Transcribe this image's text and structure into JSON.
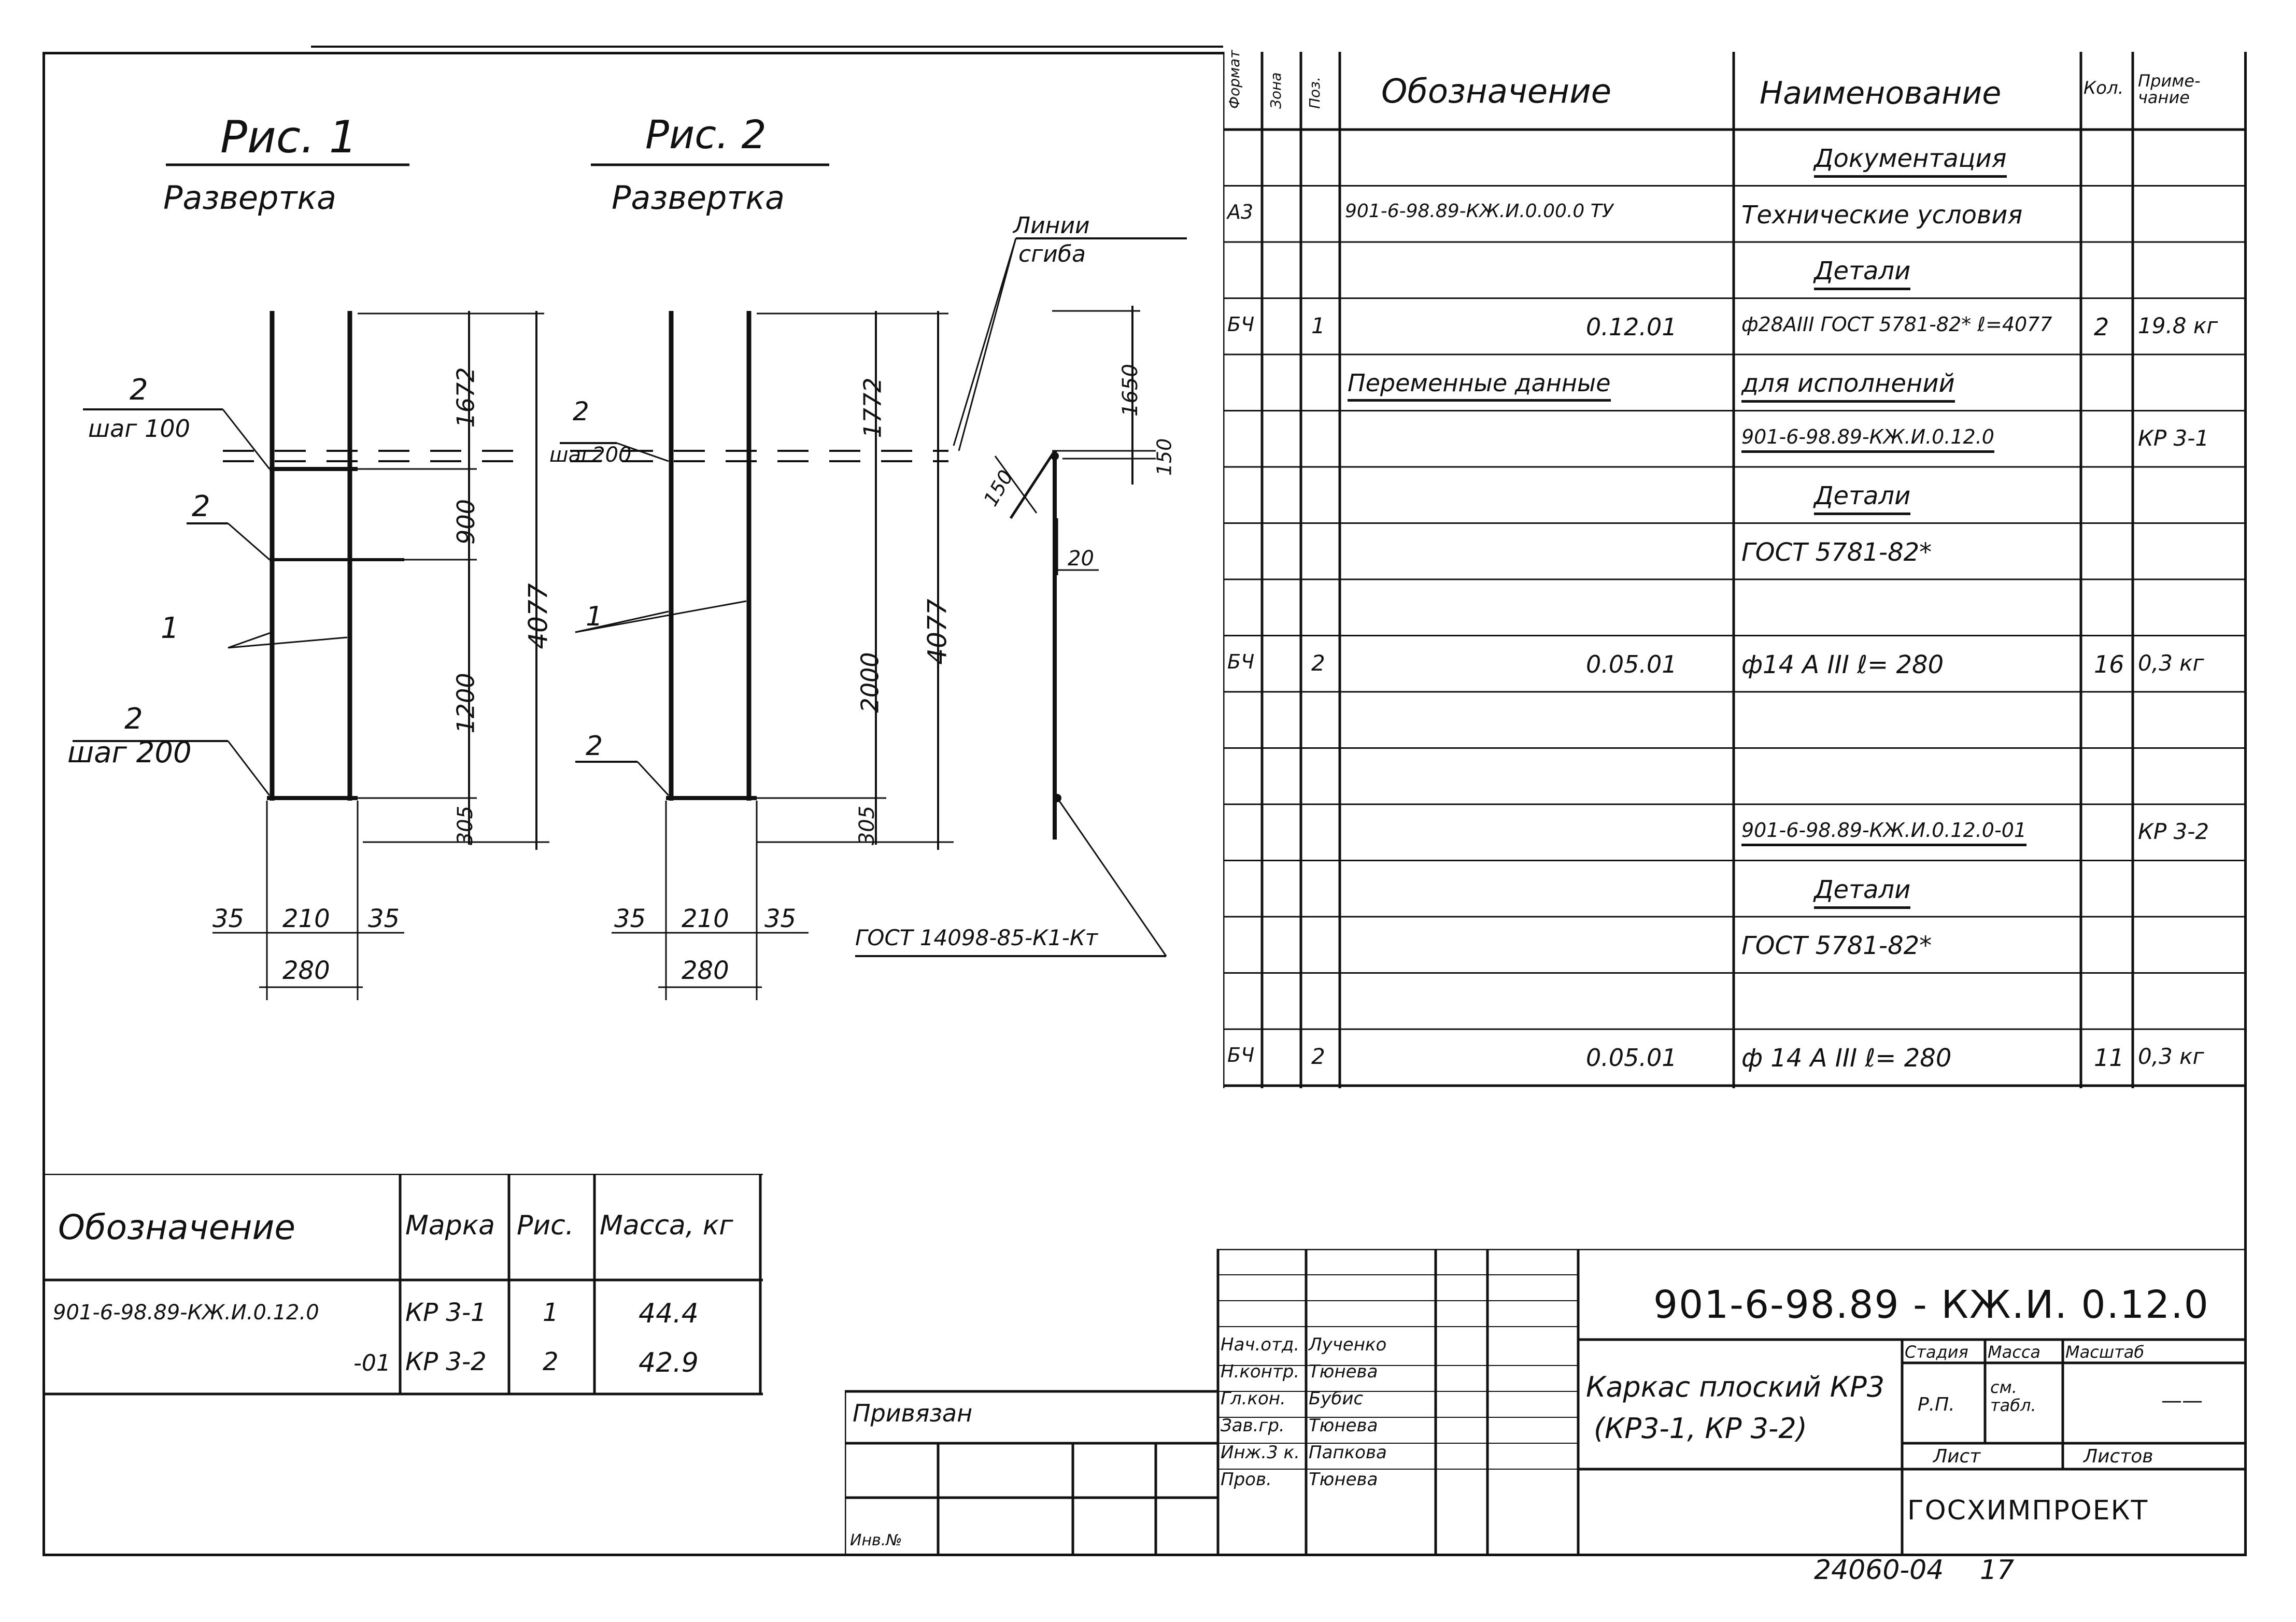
{
  "figures": {
    "fig1": {
      "title": "Рис. 1",
      "subtitle": "Развертка",
      "callouts": [
        {
          "num": "2",
          "label": "шаг 100"
        },
        {
          "num": "2",
          "label": ""
        },
        {
          "num": "1",
          "label": ""
        },
        {
          "num": "2",
          "label": "шаг 200"
        }
      ],
      "dims": [
        "1672",
        "900",
        "1200",
        "305",
        "4077"
      ],
      "bottom_dims": [
        "35",
        "210",
        "35",
        "280"
      ]
    },
    "fig2": {
      "title": "Рис. 2",
      "subtitle": "Развертка",
      "callouts": [
        {
          "num": "2",
          "label": "шаг200"
        },
        {
          "num": "1",
          "label": ""
        },
        {
          "num": "2",
          "label": ""
        }
      ],
      "dims": [
        "1772",
        "2000",
        "305",
        "4077"
      ],
      "bottom_dims": [
        "35",
        "210",
        "35",
        "280"
      ]
    },
    "bend": {
      "label_line1": "Линии",
      "label_line2": "сгиба",
      "dims": [
        "1650",
        "150",
        "150",
        "20"
      ],
      "gost": "ГОСТ 14098-85-К1-Кт"
    }
  },
  "spec": {
    "headers": {
      "format": "Формат",
      "zone": "Зона",
      "pos": "Поз.",
      "designation": "Обозначение",
      "name": "Наименование",
      "qty": "Кол.",
      "note": "Приме-чание"
    },
    "rows": [
      {
        "format": "",
        "pos": "",
        "designation": "",
        "name": "Документация",
        "qty": "",
        "note": "",
        "underline": true
      },
      {
        "format": "А3",
        "pos": "",
        "designation": "901-6-98.89-КЖ.И.0.00.0 ТУ",
        "name": "Технические условия",
        "qty": "",
        "note": ""
      },
      {
        "format": "",
        "pos": "",
        "designation": "",
        "name": "Детали",
        "qty": "",
        "note": "",
        "underline": true
      },
      {
        "format": "БЧ",
        "pos": "1",
        "designation": "0.12.01",
        "name": "ф28АIII ГОСТ 5781-82* ℓ=4077",
        "qty": "2",
        "note": "19.8 кг"
      },
      {
        "format": "",
        "pos": "",
        "designation": "Переменные данные",
        "name": "для исполнений",
        "qty": "",
        "note": "",
        "underline": true
      },
      {
        "format": "",
        "pos": "",
        "designation": "",
        "name": "901-6-98.89-КЖ.И.0.12.0",
        "qty": "",
        "note": "КР 3-1",
        "underline": true
      },
      {
        "format": "",
        "pos": "",
        "designation": "",
        "name": "Детали",
        "qty": "",
        "note": "",
        "underline": true
      },
      {
        "format": "",
        "pos": "",
        "designation": "",
        "name": "ГОСТ 5781-82*",
        "qty": "",
        "note": ""
      },
      {
        "format": "",
        "pos": "",
        "designation": "",
        "name": "",
        "qty": "",
        "note": ""
      },
      {
        "format": "БЧ",
        "pos": "2",
        "designation": "0.05.01",
        "name": "ф14 А III ℓ= 280",
        "qty": "16",
        "note": "0,3 кг"
      },
      {
        "format": "",
        "pos": "",
        "designation": "",
        "name": "",
        "qty": "",
        "note": ""
      },
      {
        "format": "",
        "pos": "",
        "designation": "",
        "name": "",
        "qty": "",
        "note": ""
      },
      {
        "format": "",
        "pos": "",
        "designation": "",
        "name": "901-6-98.89-КЖ.И.0.12.0-01",
        "qty": "",
        "note": "КР 3-2",
        "underline": true
      },
      {
        "format": "",
        "pos": "",
        "designation": "",
        "name": "Детали",
        "qty": "",
        "note": "",
        "underline": true
      },
      {
        "format": "",
        "pos": "",
        "designation": "",
        "name": "ГОСТ 5781-82*",
        "qty": "",
        "note": ""
      },
      {
        "format": "",
        "pos": "",
        "designation": "",
        "name": "",
        "qty": "",
        "note": ""
      },
      {
        "format": "БЧ",
        "pos": "2",
        "designation": "0.05.01",
        "name": "ф 14 А III ℓ= 280",
        "qty": "11",
        "note": "0,3 кг"
      }
    ]
  },
  "mass_table": {
    "headers": [
      "Обозначение",
      "Марка",
      "Рис.",
      "Масса, кг"
    ],
    "rows": [
      [
        "901-6-98.89-КЖ.И.0.12.0",
        "КР 3-1",
        "1",
        "44.4"
      ],
      [
        "-01",
        "КР 3-2",
        "2",
        "42.9"
      ]
    ]
  },
  "title_block": {
    "doc_code": "901-6-98.89 - КЖ.И. 0.12.0",
    "title_line1": "Каркас плоский КР3",
    "title_line2": "(КР3-1, КР 3-2)",
    "stage_label": "Стадия",
    "mass_label": "Масса",
    "scale_label": "Масштаб",
    "stage": "Р.П.",
    "mass": "см. табл.",
    "scale": "——",
    "sheet_label": "Лист",
    "sheets_label": "Листов",
    "org": "ГОСХИМПРОЕКТ",
    "signatures": [
      {
        "role": "Нач.отд.",
        "name": "Лученко"
      },
      {
        "role": "Н.контр.",
        "name": "Тюнева"
      },
      {
        "role": "Гл.кон.",
        "name": "Бубис"
      },
      {
        "role": "Зав.гр.",
        "name": "Тюнева"
      },
      {
        "role": "Инж.3 к.",
        "name": "Папкова"
      },
      {
        "role": "Пров.",
        "name": "Тюнева"
      }
    ],
    "privyazan": "Привязан",
    "inv": "Инв.№",
    "footer_number": "24060-04",
    "page": "17"
  }
}
